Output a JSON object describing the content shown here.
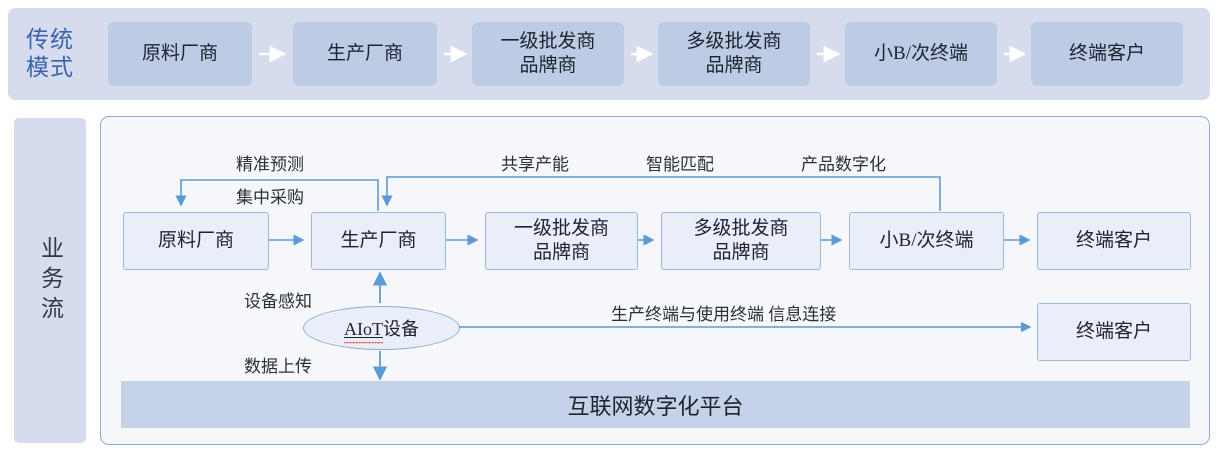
{
  "diagram": {
    "title_traditional": "传统模式",
    "sections": {
      "traditional": {
        "label_line1": "传统",
        "label_line2": "模式",
        "nodes": [
          {
            "id": "raw",
            "label": "原料厂商"
          },
          {
            "id": "manufacturer",
            "label": "生产厂商"
          },
          {
            "id": "primary-wholesaler",
            "label": "一级批发商\n品牌商",
            "line1": "一级批发商",
            "line2": "品牌商"
          },
          {
            "id": "multi-wholesaler",
            "label": "多级批发商\n品牌商",
            "line1": "多级批发商",
            "line2": "品牌商"
          },
          {
            "id": "small-b",
            "label": "小B/次终端"
          },
          {
            "id": "end-customer",
            "label": "终端客户"
          }
        ]
      },
      "business_flow": {
        "label": "业务流",
        "nodes": [
          {
            "id": "raw",
            "label": "原料厂商"
          },
          {
            "id": "manufacturer",
            "label": "生产厂商"
          },
          {
            "id": "primary-wholesaler",
            "line1": "一级批发商",
            "line2": "品牌商"
          },
          {
            "id": "multi-wholesaler",
            "line1": "多级批发商",
            "line2": "品牌商"
          },
          {
            "id": "small-b",
            "label": "小B/次终端"
          },
          {
            "id": "end-customer",
            "label": "终端客户"
          },
          {
            "id": "end-customer-2",
            "label": "终端客户"
          }
        ],
        "edge_labels": {
          "accurate_forecast": "精准预测",
          "centralized_purchase": "集中采购",
          "shared_capacity": "共享产能",
          "smart_matching": "智能匹配",
          "product_digitalization": "产品数字化",
          "device_sensing": "设备感知",
          "data_upload": "数据上传",
          "terminal_connection": "生产终端与使用终端  信息连接"
        },
        "aiot_device": {
          "prefix": "AIoT",
          "suffix": "设备"
        },
        "platform": "互联网数字化平台"
      }
    },
    "colors": {
      "band_fill": "#d4dcee",
      "top_box_fill": "#bdcbe4",
      "panel_fill": "#f5f7fb",
      "panel_border": "#8eaed6",
      "flow_box_fill": "#e9eef8",
      "flow_box_border": "#9bbbdd",
      "arrow_blue": "#5b9bd5",
      "arrow_white": "#ffffff",
      "platform_fill": "#c6d2e8",
      "traditional_label_text": "#3d63ad",
      "spellcheck_red": "#e8402a"
    }
  }
}
